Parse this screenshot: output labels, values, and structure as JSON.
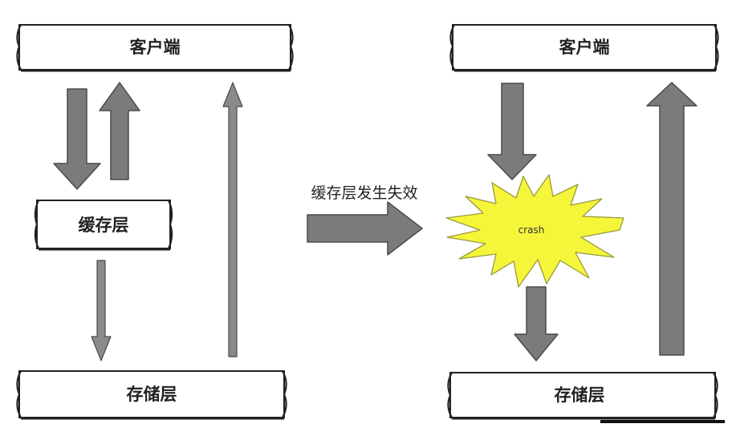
{
  "left": {
    "client_label": "客户端",
    "cache_label": "缓存层",
    "storage_label": "存储层"
  },
  "transition": {
    "label": "缓存层发生失效"
  },
  "right": {
    "client_label": "客户端",
    "crash_label": "crash",
    "storage_label": "存储层"
  },
  "colors": {
    "arrow_fill": "#7b7b7b",
    "arrow_stroke": "#4a4a4a",
    "crash_fill": "#f5f53a",
    "crash_stroke": "#9a9a40",
    "box_stroke": "#222222"
  },
  "icons": {
    "crash": "starburst-icon"
  }
}
